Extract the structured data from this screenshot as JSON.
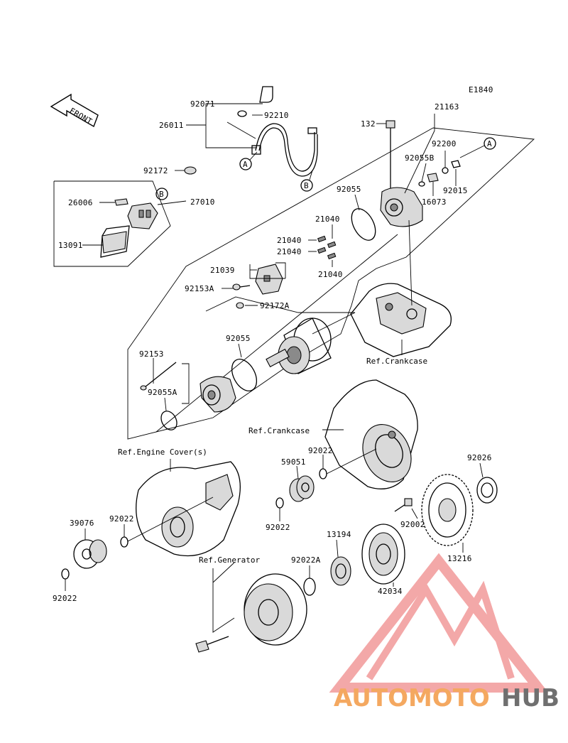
{
  "diagram_code": "E1840",
  "front_label": "FRONT",
  "parts": {
    "p92071": "92071",
    "p92210": "92210",
    "p26011": "26011",
    "p92172": "92172",
    "p26006": "26006",
    "p27010": "27010",
    "p13091": "13091",
    "p132": "132",
    "p21163": "21163",
    "p92200": "92200",
    "p92055B": "92055B",
    "p92015": "92015",
    "p16073": "16073",
    "p92055_top": "92055",
    "p21040_a": "21040",
    "p21040_b": "21040",
    "p21040_c": "21040",
    "p21040_d": "21040",
    "p21039": "21039",
    "p92153A": "92153A",
    "p92172A": "92172A",
    "p92055_mid": "92055",
    "p92153": "92153",
    "p92055A": "92055A",
    "p92022_a": "92022",
    "p59051": "59051",
    "p92026": "92026",
    "p92022_b": "92022",
    "p92022_c": "92022",
    "p39076": "39076",
    "p92002": "92002",
    "p13194": "13194",
    "p92022A": "92022A",
    "p13216": "13216",
    "p42034": "42034",
    "p92022_d": "92022"
  },
  "refs": {
    "crankcase_1": "Ref.Crankcase",
    "crankcase_2": "Ref.Crankcase",
    "engine_cover": "Ref.Engine Cover(s)",
    "generator": "Ref.Generator"
  },
  "markers": {
    "a1": "A",
    "a2": "A",
    "b1": "B",
    "b2": "B"
  },
  "watermark": {
    "part1": "AUTOMOTO",
    "part2": "HUB",
    "color_orange": "#f4a860",
    "color_gray": "#6f6f6f",
    "color_logo": "#f08b8b"
  }
}
